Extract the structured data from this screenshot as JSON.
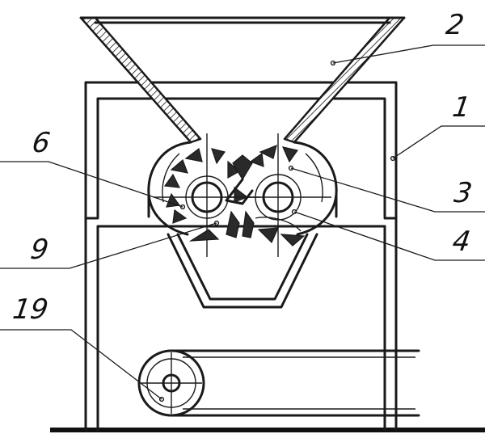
{
  "callouts": [
    {
      "key": "frame",
      "label": "1"
    },
    {
      "key": "hopper",
      "label": "2"
    },
    {
      "key": "right-rotor",
      "label": "3"
    },
    {
      "key": "right-housing",
      "label": "4"
    },
    {
      "key": "left-rotor",
      "label": "6"
    },
    {
      "key": "left-housing",
      "label": "9"
    },
    {
      "key": "belt-pulley",
      "label": "19"
    }
  ]
}
